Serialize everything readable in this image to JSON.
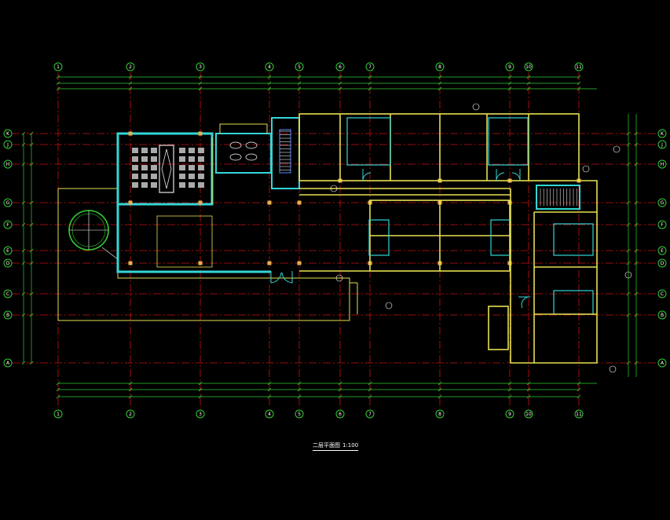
{
  "drawing": {
    "title": "二层平面图",
    "scale": "1:100",
    "colors": {
      "background": "#000000",
      "axis_bubble": "#33cc33",
      "grid_line": "#cc1111",
      "dimension": "#33cc33",
      "wall": "#e6e050",
      "highlight_wall": "#33d6d6",
      "door": "#33d6d6",
      "text": "#ffffff",
      "stair": "#e6e6e6"
    }
  },
  "axes": {
    "vertical": [
      {
        "label": "1",
        "pos": 74
      },
      {
        "label": "2",
        "pos": 166
      },
      {
        "label": "3",
        "pos": 255
      },
      {
        "label": "4",
        "pos": 343
      },
      {
        "label": "5",
        "pos": 381
      },
      {
        "label": "6",
        "pos": 433
      },
      {
        "label": "7",
        "pos": 471
      },
      {
        "label": "8",
        "pos": 560
      },
      {
        "label": "9",
        "pos": 649
      },
      {
        "label": "10",
        "pos": 673
      },
      {
        "label": "11",
        "pos": 737
      }
    ],
    "horizontal": [
      {
        "label": "K",
        "pos": 170
      },
      {
        "label": "J",
        "pos": 184
      },
      {
        "label": "H",
        "pos": 209
      },
      {
        "label": "G",
        "pos": 258
      },
      {
        "label": "F",
        "pos": 286
      },
      {
        "label": "E",
        "pos": 319
      },
      {
        "label": "D",
        "pos": 335
      },
      {
        "label": "C",
        "pos": 374
      },
      {
        "label": "B",
        "pos": 401
      },
      {
        "label": "A",
        "pos": 462
      }
    ]
  }
}
